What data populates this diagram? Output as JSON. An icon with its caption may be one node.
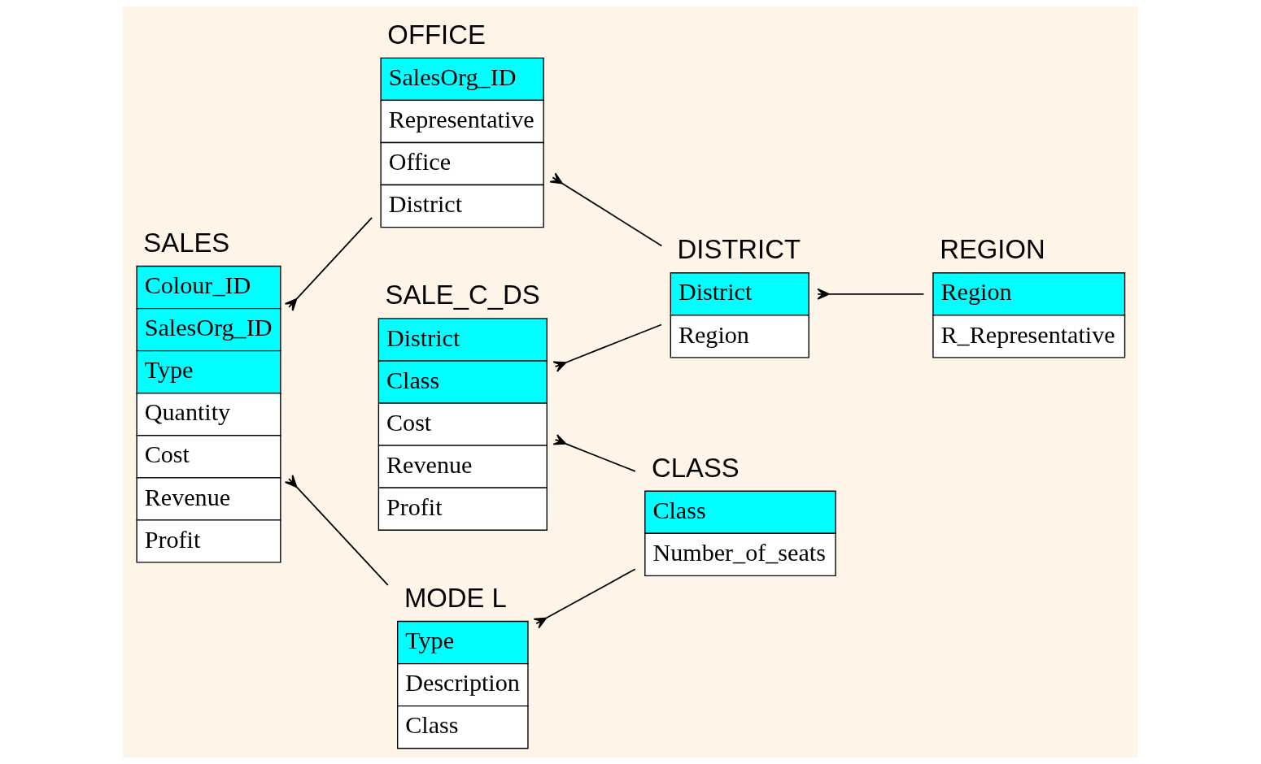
{
  "diagram": {
    "nodes": [
      {
        "text": [
          "REGION",
          "Region",
          "R_Representative"
        ]
      },
      {
        "text": [
          "DISTRICT",
          "District",
          "Region"
        ]
      },
      {
        "text": [
          "OFFICE",
          "SalesOrg_ID",
          "Representative",
          "Office",
          "District"
        ]
      },
      {
        "text": [
          "SALES",
          "Colour_ID",
          "SalesOrg_ID",
          "Type",
          "Quantity",
          "Cost",
          "Revenue",
          "Profit"
        ]
      },
      {
        "text": [
          "SALE_C_DS",
          "District",
          "Class",
          "Cost",
          "Revenue",
          "Profit"
        ]
      },
      {
        "text": [
          "MODE L",
          "Type",
          "Description",
          "Class"
        ]
      },
      {
        "text": [
          "CLASS",
          "Class",
          "Number_of_seats"
        ]
      }
    ],
    "edges": [
      {
        "from": 3,
        "to": 2,
        "arrow": "other"
      },
      {
        "from": 3,
        "to": 5,
        "arrow": "other"
      },
      {
        "from": 2,
        "to": 1,
        "arrow": "other"
      },
      {
        "from": 1,
        "to": 0,
        "arrow": "other"
      },
      {
        "from": 4,
        "to": 1,
        "arrow": "other"
      },
      {
        "from": 4,
        "to": 6,
        "arrow": "other"
      },
      {
        "from": 5,
        "to": 6,
        "arrow": "other"
      }
    ]
  }
}
